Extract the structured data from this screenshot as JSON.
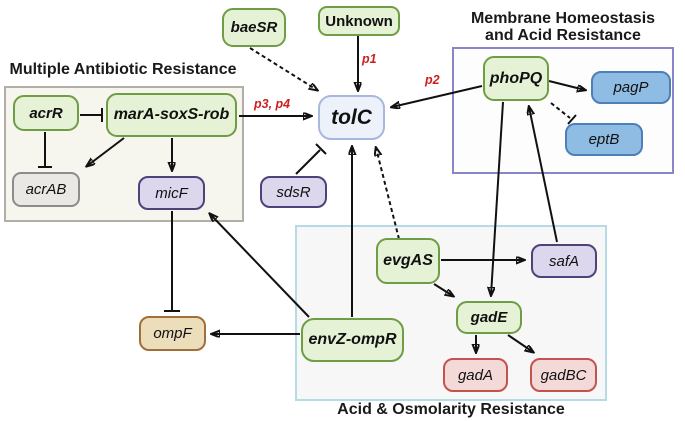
{
  "regions": {
    "mar": {
      "title": "Multiple Antibiotic Resistance"
    },
    "membrane": {
      "title_line1": "Membrane Homeostasis",
      "title_line2": "and Acid Resistance"
    },
    "acid": {
      "title": "Acid & Osmolarity Resistance"
    }
  },
  "nodes": {
    "baeSR": {
      "label": "baeSR",
      "style": "green-bold-italic"
    },
    "Unknown": {
      "label": "Unknown",
      "style": "green-bold"
    },
    "phoPQ": {
      "label": "phoPQ",
      "style": "green-bold-italic"
    },
    "pagP": {
      "label": "pagP",
      "style": "blue-italic"
    },
    "eptB": {
      "label": "eptB",
      "style": "blue-italic"
    },
    "acrR": {
      "label": "acrR",
      "style": "green-bold-italic"
    },
    "marA-soxS-rob": {
      "label": "marA-soxS-rob",
      "style": "green-bold-italic"
    },
    "acrAB": {
      "label": "acrAB",
      "style": "gray-italic"
    },
    "micF": {
      "label": "micF",
      "style": "purple-italic"
    },
    "tolC": {
      "label": "tolC",
      "style": "lightblue-bold-italic"
    },
    "sdsR": {
      "label": "sdsR",
      "style": "purple-italic"
    },
    "evgAS": {
      "label": "evgAS",
      "style": "green-bold-italic"
    },
    "safA": {
      "label": "safA",
      "style": "purple-italic"
    },
    "gadE": {
      "label": "gadE",
      "style": "green-bold-italic"
    },
    "gadA": {
      "label": "gadA",
      "style": "pink-italic"
    },
    "gadBC": {
      "label": "gadBC",
      "style": "pink-italic"
    },
    "envZ-ompR": {
      "label": "envZ-ompR",
      "style": "green-bold-italic"
    },
    "ompF": {
      "label": "ompF",
      "style": "tan-italic"
    }
  },
  "edge_labels": {
    "p1": "p1",
    "p2": "p2",
    "p3p4": "p3, p4"
  },
  "edges": [
    {
      "from": "baeSR",
      "to": "tolC",
      "type": "activation",
      "line": "dashed"
    },
    {
      "from": "Unknown",
      "to": "tolC",
      "type": "activation",
      "line": "solid",
      "label": "p1"
    },
    {
      "from": "marA-soxS-rob",
      "to": "tolC",
      "type": "activation",
      "line": "solid",
      "label": "p3, p4"
    },
    {
      "from": "phoPQ",
      "to": "tolC",
      "type": "activation",
      "line": "solid",
      "label": "p2"
    },
    {
      "from": "sdsR",
      "to": "tolC",
      "type": "inhibition",
      "line": "solid"
    },
    {
      "from": "envZ-ompR",
      "to": "tolC",
      "type": "activation",
      "line": "solid"
    },
    {
      "from": "evgAS",
      "to": "tolC",
      "type": "activation",
      "line": "dashed"
    },
    {
      "from": "acrR",
      "to": "marA-soxS-rob",
      "type": "inhibition",
      "line": "solid"
    },
    {
      "from": "acrR",
      "to": "acrAB",
      "type": "inhibition",
      "line": "solid"
    },
    {
      "from": "marA-soxS-rob",
      "to": "acrAB",
      "type": "activation",
      "line": "solid"
    },
    {
      "from": "marA-soxS-rob",
      "to": "micF",
      "type": "activation",
      "line": "solid"
    },
    {
      "from": "micF",
      "to": "ompF",
      "type": "inhibition",
      "line": "solid"
    },
    {
      "from": "envZ-ompR",
      "to": "ompF",
      "type": "activation",
      "line": "solid"
    },
    {
      "from": "envZ-ompR",
      "to": "micF",
      "type": "activation",
      "line": "solid"
    },
    {
      "from": "phoPQ",
      "to": "pagP",
      "type": "activation",
      "line": "solid"
    },
    {
      "from": "phoPQ",
      "to": "eptB",
      "type": "inhibition",
      "line": "dashed"
    },
    {
      "from": "phoPQ",
      "to": "gadE",
      "type": "activation",
      "line": "solid"
    },
    {
      "from": "safA",
      "to": "phoPQ",
      "type": "activation",
      "line": "solid"
    },
    {
      "from": "evgAS",
      "to": "safA",
      "type": "activation",
      "line": "solid"
    },
    {
      "from": "evgAS",
      "to": "gadE",
      "type": "activation",
      "line": "solid"
    },
    {
      "from": "gadE",
      "to": "gadA",
      "type": "activation",
      "line": "solid"
    },
    {
      "from": "gadE",
      "to": "gadBC",
      "type": "activation",
      "line": "solid"
    }
  ],
  "colors": {
    "node_green_fill": "#e6f2d5",
    "node_green_border": "#6f9d45",
    "node_blue_fill": "#8fbce2",
    "node_blue_border": "#4d7fba",
    "node_purple_fill": "#dcd7ec",
    "node_purple_border": "#4e4379",
    "node_gray_fill": "#e9e8e5",
    "node_gray_border": "#8c8c8c",
    "node_pink_fill": "#f3d9d8",
    "node_pink_border": "#c4524e",
    "node_tan_fill": "#ecddbb",
    "node_tan_border": "#a0703a",
    "tolc_fill": "#edf1f9",
    "tolc_border": "#a8b8dc",
    "edge_label_red": "#cc1f1f",
    "mar_region_border": "#b1afa7",
    "membrane_region_border": "#8886c9",
    "acid_region_border": "#b5dce6"
  }
}
